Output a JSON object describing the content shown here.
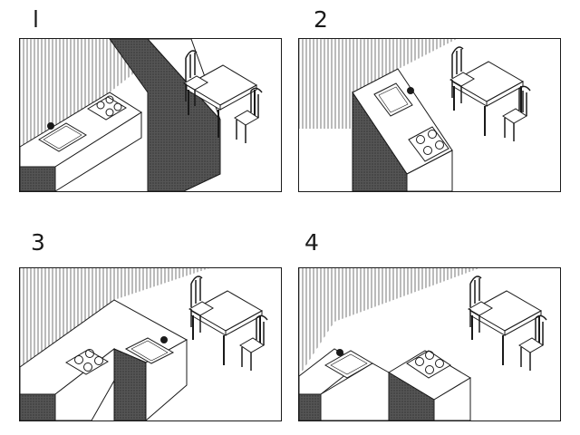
{
  "panels": [
    {
      "number": "l",
      "layout": "galley-with-partition"
    },
    {
      "number": "2",
      "layout": "straight-run"
    },
    {
      "number": "3",
      "layout": "l-shaped"
    },
    {
      "number": "4",
      "layout": "peninsula"
    }
  ],
  "colors": {
    "ink": "#1a1a1a",
    "cabinet_dark": "#4a4a4a",
    "counter": "#ffffff",
    "background": "#ffffff"
  },
  "icons": [
    "stove-burners-icon",
    "sink-faucet-icon",
    "table-icon",
    "chair-icon"
  ]
}
